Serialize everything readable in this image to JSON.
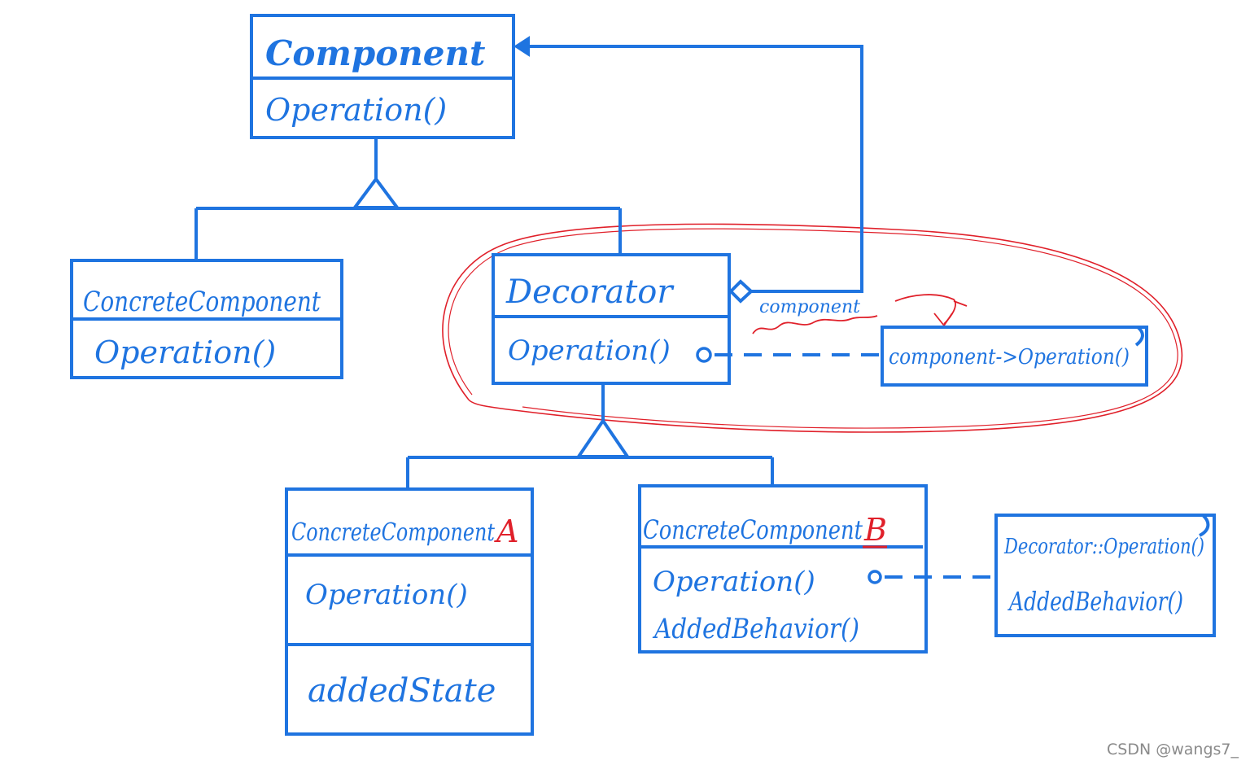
{
  "colors": {
    "ink": "#1f74e0",
    "highlight": "#e0202a",
    "watermark": "#8a8a8a"
  },
  "classes": {
    "component": {
      "name": "Component",
      "method": "Operation()"
    },
    "concrete_component": {
      "name": "ConcreteComponent",
      "method": "Operation()"
    },
    "decorator": {
      "name": "Decorator",
      "method": "Operation()"
    },
    "concrete_a": {
      "name_prefix": "ConcreteComponent",
      "name_suffix": "A",
      "method": "Operation()",
      "state": "addedState"
    },
    "concrete_b": {
      "name_prefix": "ConcreteComponent",
      "name_suffix": "B",
      "method": "Operation()",
      "method2": "AddedBehavior()"
    }
  },
  "aggregation_label": "component",
  "notes": {
    "decorator_note": "component->Operation()",
    "concrete_b_note_line1": "Decorator::Operation()",
    "concrete_b_note_line2": "AddedBehavior()"
  },
  "watermark": "CSDN @wangs7_"
}
